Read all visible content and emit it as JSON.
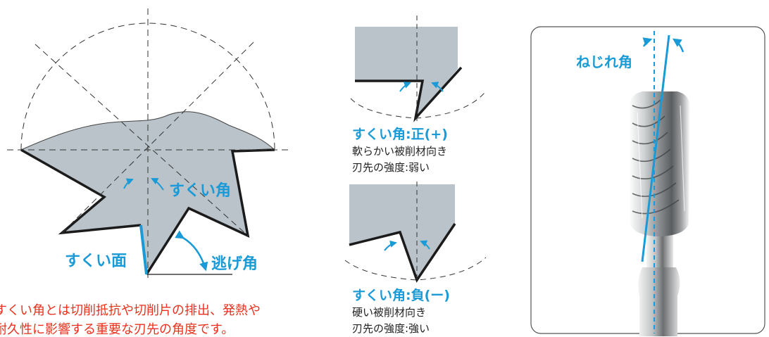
{
  "colors": {
    "accent_blue": "#1a9ad6",
    "note_red": "#e8321e",
    "gray_fill": "#b9c3c9",
    "outline": "#1b1b1b"
  },
  "left_diagram": {
    "rake_angle": "すくい角",
    "rake_face": "すくい面",
    "relief_angle": "逃げ角",
    "note_line1": "すくい角とは切削抵抗や切削片の排出、発熱や",
    "note_line2": "耐久性に影響する重要な刃先の角度です。"
  },
  "positive_panel": {
    "title": "すくい角:正(+)",
    "line1": "軟らかい被削材向き",
    "line2": "刃先の強度:弱い"
  },
  "negative_panel": {
    "title": "すくい角:負(ー)",
    "line1": "硬い被削材向き",
    "line2": "刃先の強度:強い"
  },
  "right_panel": {
    "helix_angle": "ねじれ角"
  }
}
